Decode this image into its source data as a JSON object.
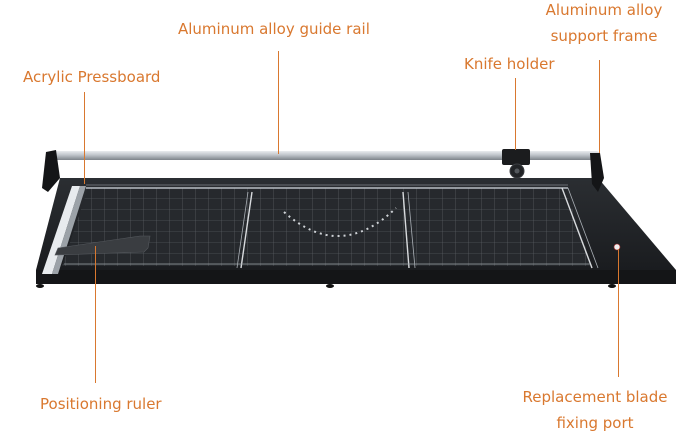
{
  "colors": {
    "label": "#d9782f",
    "leader_line": "#d9782f",
    "board": "#1f2124",
    "grid": "#8a8e94",
    "rail": "#c9cdd2"
  },
  "callouts": {
    "guide_rail": {
      "text": "Aluminum alloy guide rail"
    },
    "pressboard": {
      "text": "Acrylic Pressboard"
    },
    "knife_holder": {
      "text": "Knife holder"
    },
    "support_frame": {
      "line1": "Aluminum alloy",
      "line2": "support frame"
    },
    "positioning_ruler": {
      "text": "Positioning ruler"
    },
    "blade_port": {
      "line1": "Replacement blade",
      "line2": "fixing port"
    }
  },
  "product": {
    "name": "rotary paper trimmer",
    "icon": "paper-trimmer-illustration"
  }
}
